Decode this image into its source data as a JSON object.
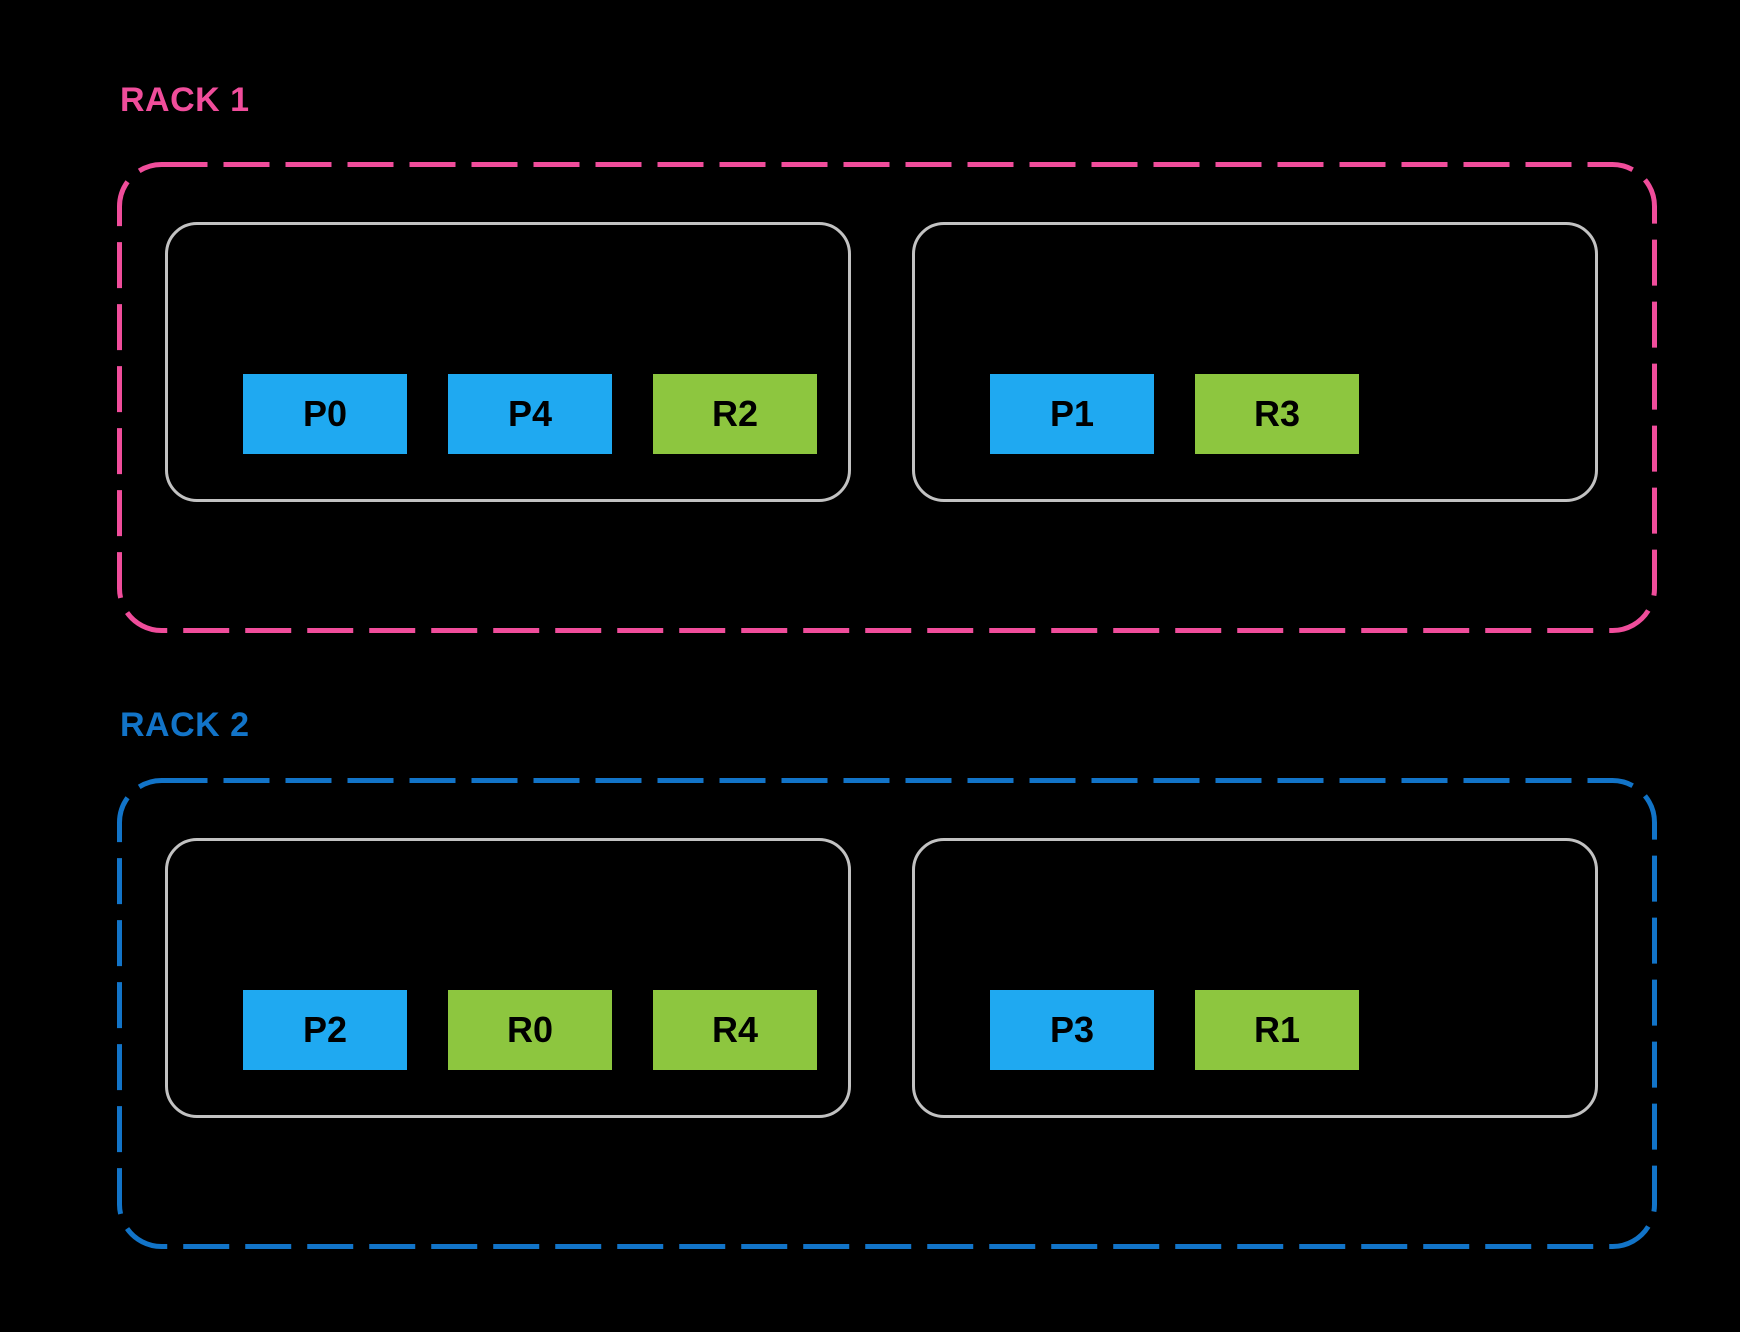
{
  "colors": {
    "background": "#000000",
    "node_border": "#C2C2C2",
    "box_blue": "#1FA9F1",
    "box_green": "#8DC63F",
    "box_text": "#000000"
  },
  "racks": [
    {
      "label": "RACK 1",
      "accent": "#F04D9B",
      "hosts": [
        {
          "boxes": [
            {
              "label": "P0",
              "color": "#1FA9F1"
            },
            {
              "label": "P4",
              "color": "#1FA9F1"
            },
            {
              "label": "R2",
              "color": "#8DC63F"
            }
          ]
        },
        {
          "boxes": [
            {
              "label": "P1",
              "color": "#1FA9F1"
            },
            {
              "label": "R3",
              "color": "#8DC63F"
            }
          ]
        }
      ]
    },
    {
      "label": "RACK 2",
      "accent": "#1274C8",
      "hosts": [
        {
          "boxes": [
            {
              "label": "P2",
              "color": "#1FA9F1"
            },
            {
              "label": "R0",
              "color": "#8DC63F"
            },
            {
              "label": "R4",
              "color": "#8DC63F"
            }
          ]
        },
        {
          "boxes": [
            {
              "label": "P3",
              "color": "#1FA9F1"
            },
            {
              "label": "R1",
              "color": "#8DC63F"
            }
          ]
        }
      ]
    }
  ]
}
